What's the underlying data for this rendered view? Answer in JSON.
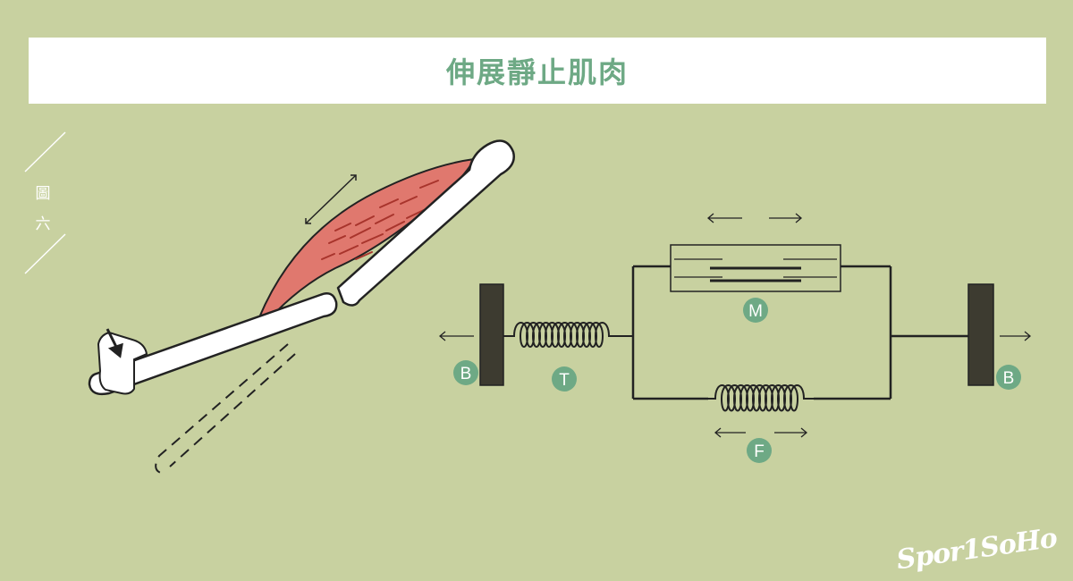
{
  "title": "伸展靜止肌肉",
  "figure_label": "圖六",
  "figure_label_chars": [
    "圖",
    "六"
  ],
  "model": {
    "labels": {
      "bone_left": "B",
      "bone_right": "B",
      "tendon": "T",
      "muscle": "M",
      "fascia": "F"
    }
  },
  "watermark": "Spor1SoHo",
  "colors": {
    "background": "#c8d1a0",
    "title": "#6ea985",
    "badge": "#6ea985",
    "muscle": "#e0786e",
    "wall": "#3d3b30"
  }
}
